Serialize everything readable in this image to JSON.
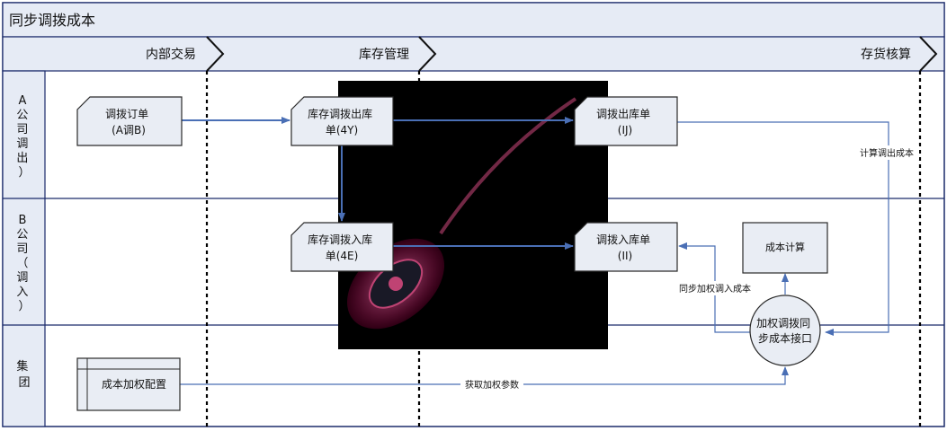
{
  "title": "同步调拨成本",
  "phases": [
    "内部交易",
    "库存管理",
    "存货核算"
  ],
  "lanes": [
    {
      "id": "a",
      "label_lines": [
        "A",
        "公",
        "司",
        "调",
        "出",
        "）"
      ]
    },
    {
      "id": "b",
      "label_lines": [
        "B",
        "公",
        "司",
        "（",
        "调",
        "入",
        "）"
      ]
    },
    {
      "id": "group",
      "label_lines": [
        "集",
        "团"
      ]
    }
  ],
  "nodes": {
    "transfer_order": {
      "lines": [
        "调拨订单",
        "(A调B)"
      ]
    },
    "stock_out": {
      "lines": [
        "库存调拨出库",
        "单(4Y)"
      ]
    },
    "stock_in": {
      "lines": [
        "库存调拨入库",
        "单(4E)"
      ]
    },
    "transfer_out_bill": {
      "lines": [
        "调拨出库单",
        "(IJ)"
      ]
    },
    "transfer_in_bill": {
      "lines": [
        "调拨入库单",
        "(II)"
      ]
    },
    "cost_calc": {
      "lines": [
        "成本计算"
      ]
    },
    "weighted_sync": {
      "lines": [
        "加权调拨同",
        "步成本接口"
      ]
    },
    "weight_config": {
      "lines": [
        "成本加权配置"
      ]
    }
  },
  "edge_labels": {
    "calc_out_cost": "计算调出成本",
    "sync_in_cost": "同步加权调入成本",
    "get_params": "获取加权参数"
  },
  "colors": {
    "border": "#1a2a6a",
    "header_bg": "#e6ebf5",
    "node_fill": "#e9edf4",
    "arrow": "#4a6fb5",
    "black_block": "#000000"
  }
}
